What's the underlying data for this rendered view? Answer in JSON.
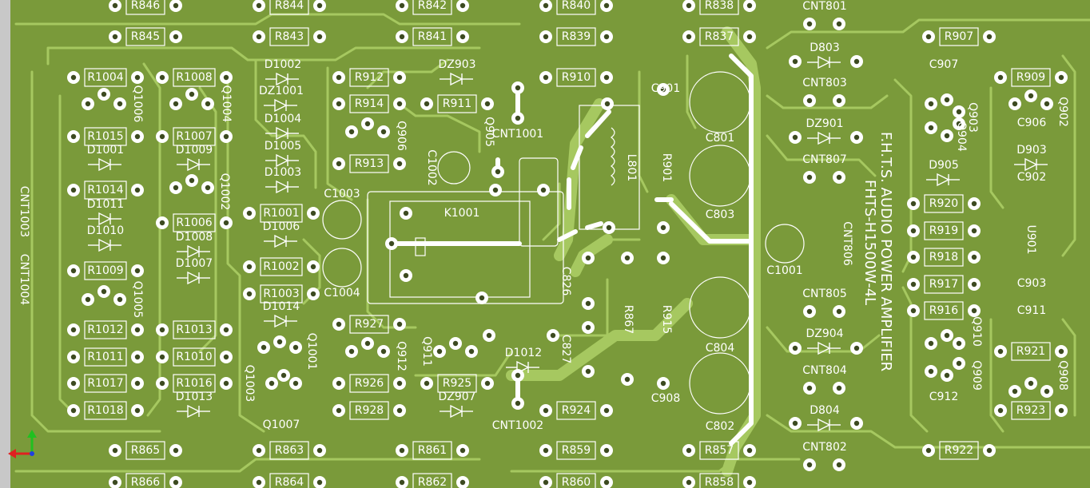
{
  "board": {
    "colors": {
      "board": "#7a9a3a",
      "trace": "#a6c860",
      "silk": "#ffffff",
      "pad": "#ffffff",
      "hole": "#3c4a20",
      "frame": "#c8c8c8"
    },
    "title_line1": "F.H.T.S. AUDIO POWER AMPLIFIER",
    "title_line2": "FHTS-H1500W-4L"
  },
  "components": [
    "R846",
    "R844",
    "R842",
    "R840",
    "R838",
    "R845",
    "R843",
    "R841",
    "R839",
    "R837",
    "CNT801",
    "D803",
    "CNT803",
    "DZ901",
    "CNT807",
    "R907",
    "C907",
    "Q903",
    "Q904",
    "R909",
    "Q902",
    "C906",
    "D903",
    "D905",
    "C902",
    "R920",
    "R919",
    "R918",
    "R917",
    "R916",
    "U901",
    "C903",
    "C911",
    "R1004",
    "Q1006",
    "R1008",
    "Q1004",
    "D1002",
    "DZ1001",
    "D1004",
    "D1005",
    "D1003",
    "R912",
    "R914",
    "Q906",
    "DZ903",
    "R911",
    "Q905",
    "R910",
    "CNT1001",
    "C1002",
    "R913",
    "R1015",
    "D1001",
    "R1007",
    "D1009",
    "R1014",
    "D1011",
    "R1006",
    "Q1002",
    "D1010",
    "D1008",
    "C1003",
    "R1001",
    "D1006",
    "K1001",
    "L801",
    "R901",
    "C901",
    "C801",
    "C803",
    "CNT1003",
    "CNT1004",
    "R1009",
    "Q1005",
    "D1007",
    "R1002",
    "C1004",
    "R1003",
    "D1014",
    "R1012",
    "R1013",
    "R1011",
    "R1010",
    "R1017",
    "R1016",
    "D1013",
    "R1018",
    "Q1001",
    "Q1003",
    "Q1007",
    "R927",
    "Q912",
    "Q911",
    "R926",
    "R925",
    "DZ907",
    "R928",
    "D1012",
    "C827",
    "C826",
    "R867",
    "R915",
    "C804",
    "C908",
    "C802",
    "R924",
    "CNT1002",
    "C1001",
    "CNT806",
    "CNT805",
    "DZ904",
    "CNT804",
    "D804",
    "CNT802",
    "Q910",
    "Q909",
    "R921",
    "Q908",
    "C912",
    "R923",
    "R922",
    "R865",
    "R863",
    "R861",
    "R859",
    "R857",
    "R866",
    "R864",
    "R862",
    "R860",
    "R858"
  ]
}
